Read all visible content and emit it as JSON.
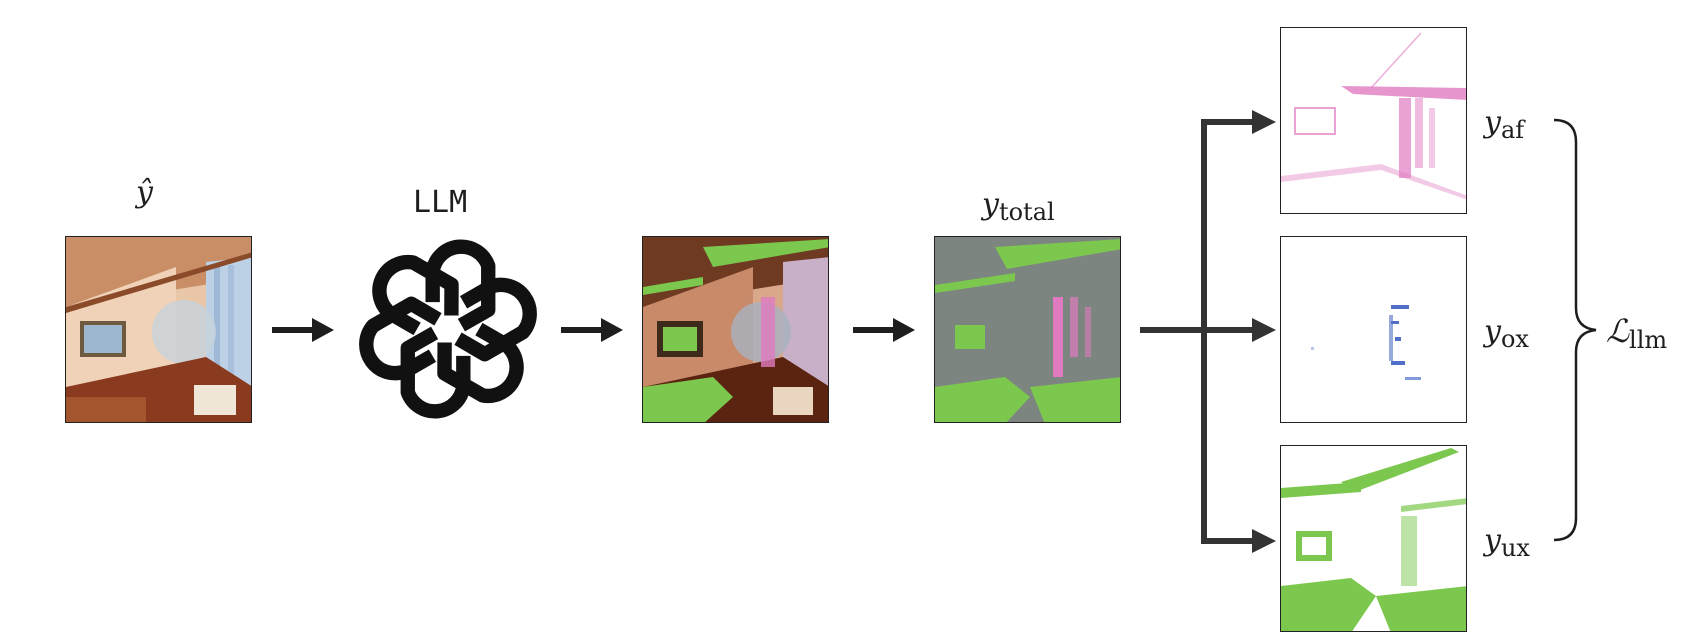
{
  "labels": {
    "y_hat": "ŷ",
    "llm": "LLM",
    "y_total": "y",
    "y_total_sub": "total",
    "y_af": "y",
    "y_af_sub": "af",
    "y_ox": "y",
    "y_ox_sub": "ox",
    "y_ux": "y",
    "y_ux_sub": "ux",
    "loss": "ℒ",
    "loss_sub": "llm"
  },
  "icons": {
    "llm_logo": "openai-knot-icon",
    "arrow": "right-arrow-icon",
    "brace": "right-curly-brace-icon"
  },
  "colors": {
    "ink": "#1e1e1e",
    "green_mask": "#7cc84e",
    "pink_mask": "#e07ac0",
    "blue_mask": "#4f6fc8",
    "gray_bg": "#7d8580"
  }
}
